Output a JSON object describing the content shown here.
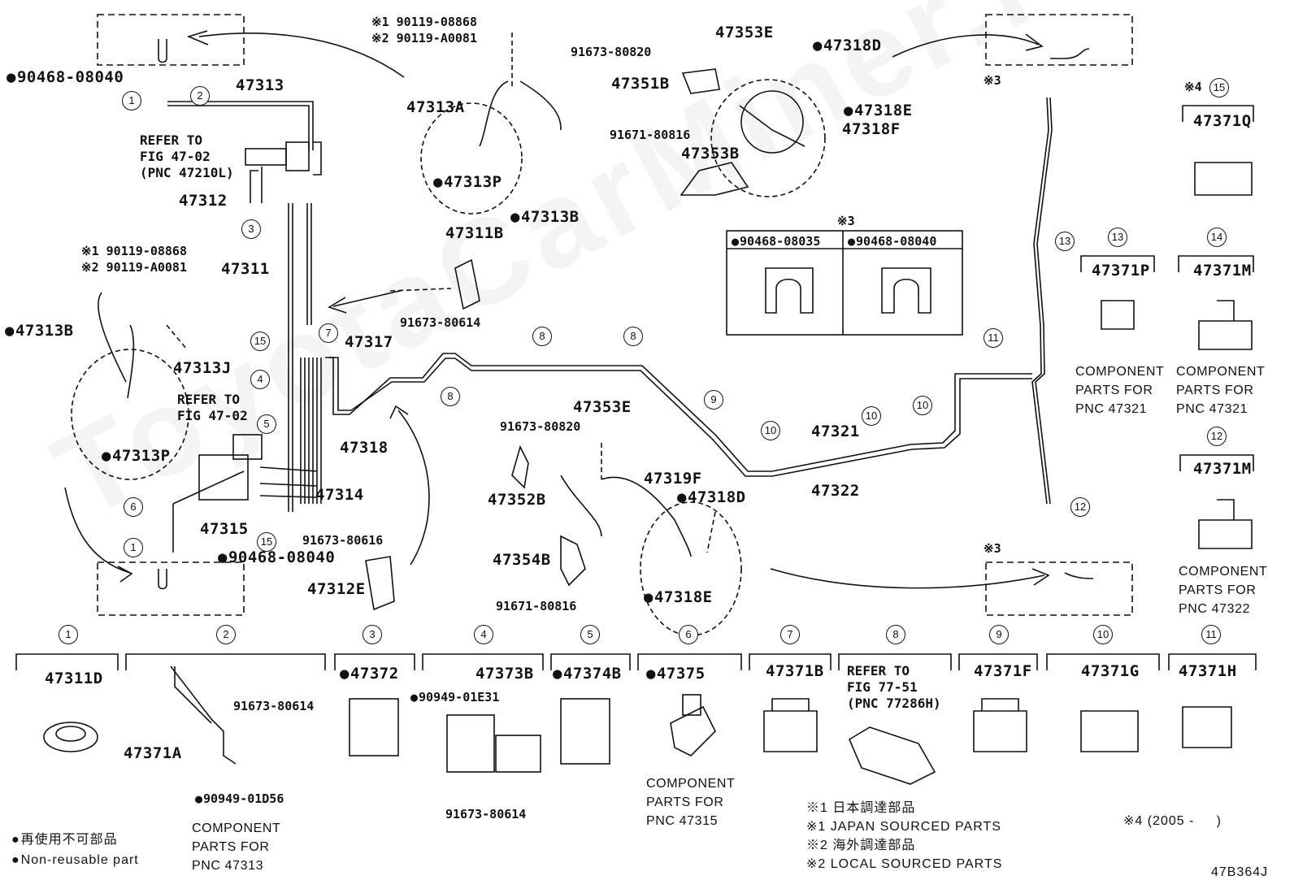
{
  "watermark": "ToyotaCarMiner.ru",
  "figure_code": "47B364J",
  "legend": {
    "jp": "再使用不可部品",
    "en": "Non-reusable part"
  },
  "notes": {
    "n1_jp": "※1 日本調達部品",
    "n1_en": "※1 JAPAN SOURCED PARTS",
    "n2_jp": "※2 海外調達部品",
    "n2_en": "※2 LOCAL SOURCED PARTS",
    "n4": "※4 (2005 -     )"
  },
  "refer_fig_a": "REFER TO\nFIG 47-02\n(PNC 47210L)",
  "refer_fig_b": "REFER TO\nFIG 47-02",
  "refer_fig_c": "REFER TO\nFIG 77-51\n(PNC 77286H)",
  "clip_table": {
    "note": "※3",
    "left": "90468-08035",
    "right": "90468-08040"
  },
  "parts": {
    "p90468_08040_a": "90468-08040",
    "p47313": "47313",
    "p47312": "47312",
    "p47311": "47311",
    "p47313A": "47313A",
    "p47313P_a": "47313P",
    "p47313B_a": "47313B",
    "p47311B": "47311B",
    "p91673_80614_a": "91673-80614",
    "n1_90119_a": "※1 90119-08868",
    "n2_90119_a": "※2 90119-A0081",
    "n1_90119_b": "※1 90119-08868",
    "n2_90119_b": "※2 90119-A0081",
    "p47313B_b": "47313B",
    "p47313J": "47313J",
    "p47313P_b": "47313P",
    "p47317": "47317",
    "p47318": "47318",
    "p47314": "47314",
    "p47315": "47315",
    "p91673_80616": "91673-80616",
    "p90468_08040_b": "90468-08040",
    "p47312E": "47312E",
    "p47353E_a": "47353E",
    "p91673_80820_a": "91673-80820",
    "p47351B": "47351B",
    "p91671_80816_a": "91671-80816",
    "p47353B": "47353B",
    "p47318D_a": "47318D",
    "p47318E_a": "47318E",
    "p47318F": "47318F",
    "p47353E_b": "47353E",
    "p91673_80820_b": "91673-80820",
    "p47352B": "47352B",
    "p47319F": "47319F",
    "p47318D_b": "47318D",
    "p47354B": "47354B",
    "p91671_80816_b": "91671-80816",
    "p47318E_b": "47318E",
    "p47321": "47321",
    "p47322": "47322",
    "n3_a": "※3",
    "n3_b": "※3",
    "n4_a": "※4",
    "p47371Q": "47371Q",
    "p47371P": "47371P",
    "p47371M_a": "47371M",
    "p47371M_b": "47371M"
  },
  "component_notes": {
    "c47321_a": "COMPONENT\nPARTS FOR\nPNC 47321",
    "c47321_b": "COMPONENT\nPARTS FOR\nPNC 47321",
    "c47322": "COMPONENT\nPARTS FOR\nPNC 47322",
    "c47313": "COMPONENT\nPARTS FOR\nPNC 47313",
    "c47315": "COMPONENT\nPARTS FOR\nPNC 47315"
  },
  "bottom_row": {
    "b1": {
      "num": "1",
      "part": "47311D"
    },
    "b2": {
      "num": "2",
      "part": "47371A",
      "bolt": "91673-80614",
      "clip": "90949-01D56"
    },
    "b3": {
      "num": "3",
      "part": "47372"
    },
    "b4": {
      "num": "4",
      "part": "47373B",
      "clip": "90949-01E31",
      "bolt": "91673-80614"
    },
    "b5": {
      "num": "5",
      "part": "47374B"
    },
    "b6": {
      "num": "6",
      "part": "47375"
    },
    "b7": {
      "num": "7",
      "part": "47371B"
    },
    "b8": {
      "num": "8"
    },
    "b9": {
      "num": "9",
      "part": "47371F"
    },
    "b10": {
      "num": "10",
      "part": "47371G"
    },
    "b11": {
      "num": "11",
      "part": "47371H"
    }
  },
  "callouts": [
    "1",
    "2",
    "3",
    "4",
    "5",
    "6",
    "7",
    "8",
    "9",
    "10",
    "11",
    "12",
    "13",
    "14",
    "15"
  ]
}
